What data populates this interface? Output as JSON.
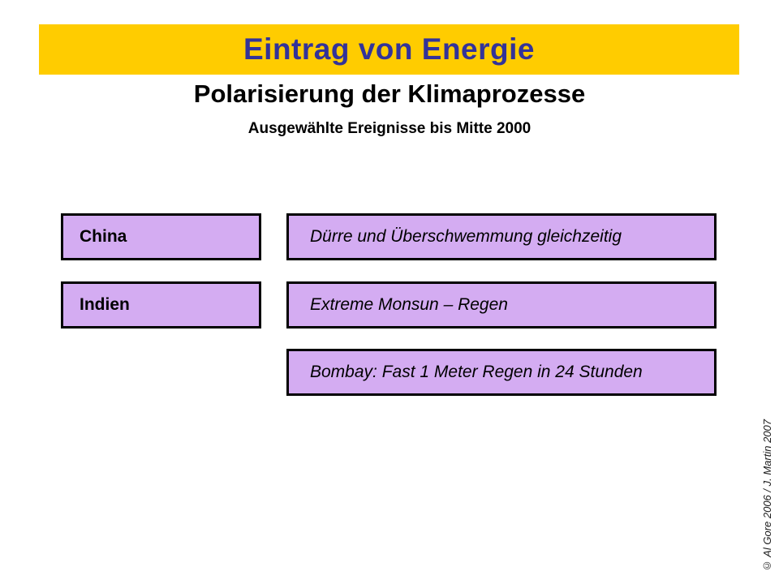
{
  "banner": {
    "title": "Eintrag von Energie",
    "bg_color": "#FFCC00",
    "text_color": "#333399"
  },
  "heading": {
    "title": "Polarisierung der Klimaprozesse",
    "subtitle": "Ausgewählte Ereignisse bis Mitte 2000"
  },
  "boxes": {
    "fill_color": "#D4ACF2",
    "border_color": "#000000",
    "rows": [
      {
        "region": "China",
        "event": "Dürre und Überschwemmung gleichzeitig"
      },
      {
        "region": "Indien",
        "event": "Extreme Monsun – Regen"
      },
      {
        "event": "Bombay: Fast 1 Meter Regen in 24 Stunden"
      }
    ]
  },
  "footer": {
    "copyright": "© Al Gore 2006 / J. Martin 2007"
  }
}
